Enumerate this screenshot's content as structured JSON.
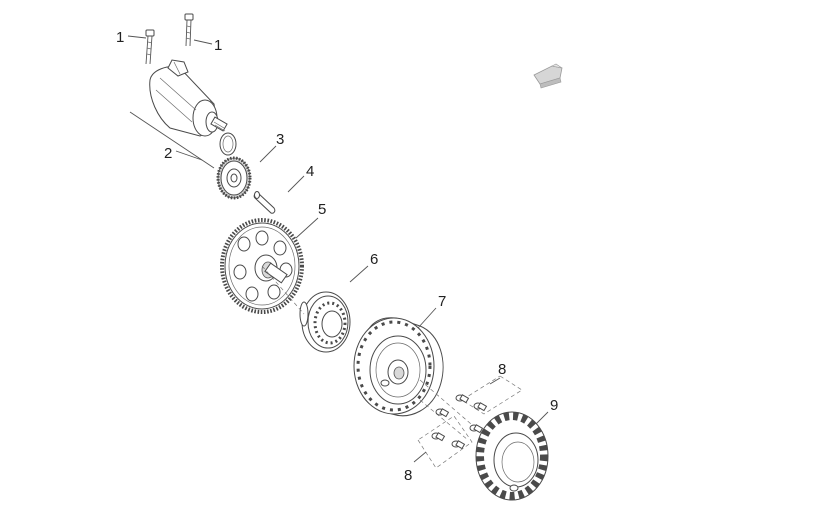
{
  "callouts": {
    "c1a": "1",
    "c1b": "1",
    "c2": "2",
    "c3": "3",
    "c4": "4",
    "c5": "5",
    "c6": "6",
    "c7": "7",
    "c8a": "8",
    "c8b": "8",
    "c9": "9"
  },
  "parts": {
    "starter_motor": "starter-motor",
    "bolts": "starter-bolt",
    "o_ring": "o-ring",
    "idler_gear": "idler-gear",
    "pin": "gear-pin",
    "driven_gear": "starter-driven-gear",
    "freewheel": "freewheel-clutch",
    "flywheel": "flywheel-rotor",
    "screws": "stator-screw",
    "stator": "stator"
  },
  "colors": {
    "line": "#4a4a4a",
    "shade": "#d9d9d9",
    "text": "#222222"
  },
  "icons": {
    "logo": "hand-pointer-icon"
  }
}
